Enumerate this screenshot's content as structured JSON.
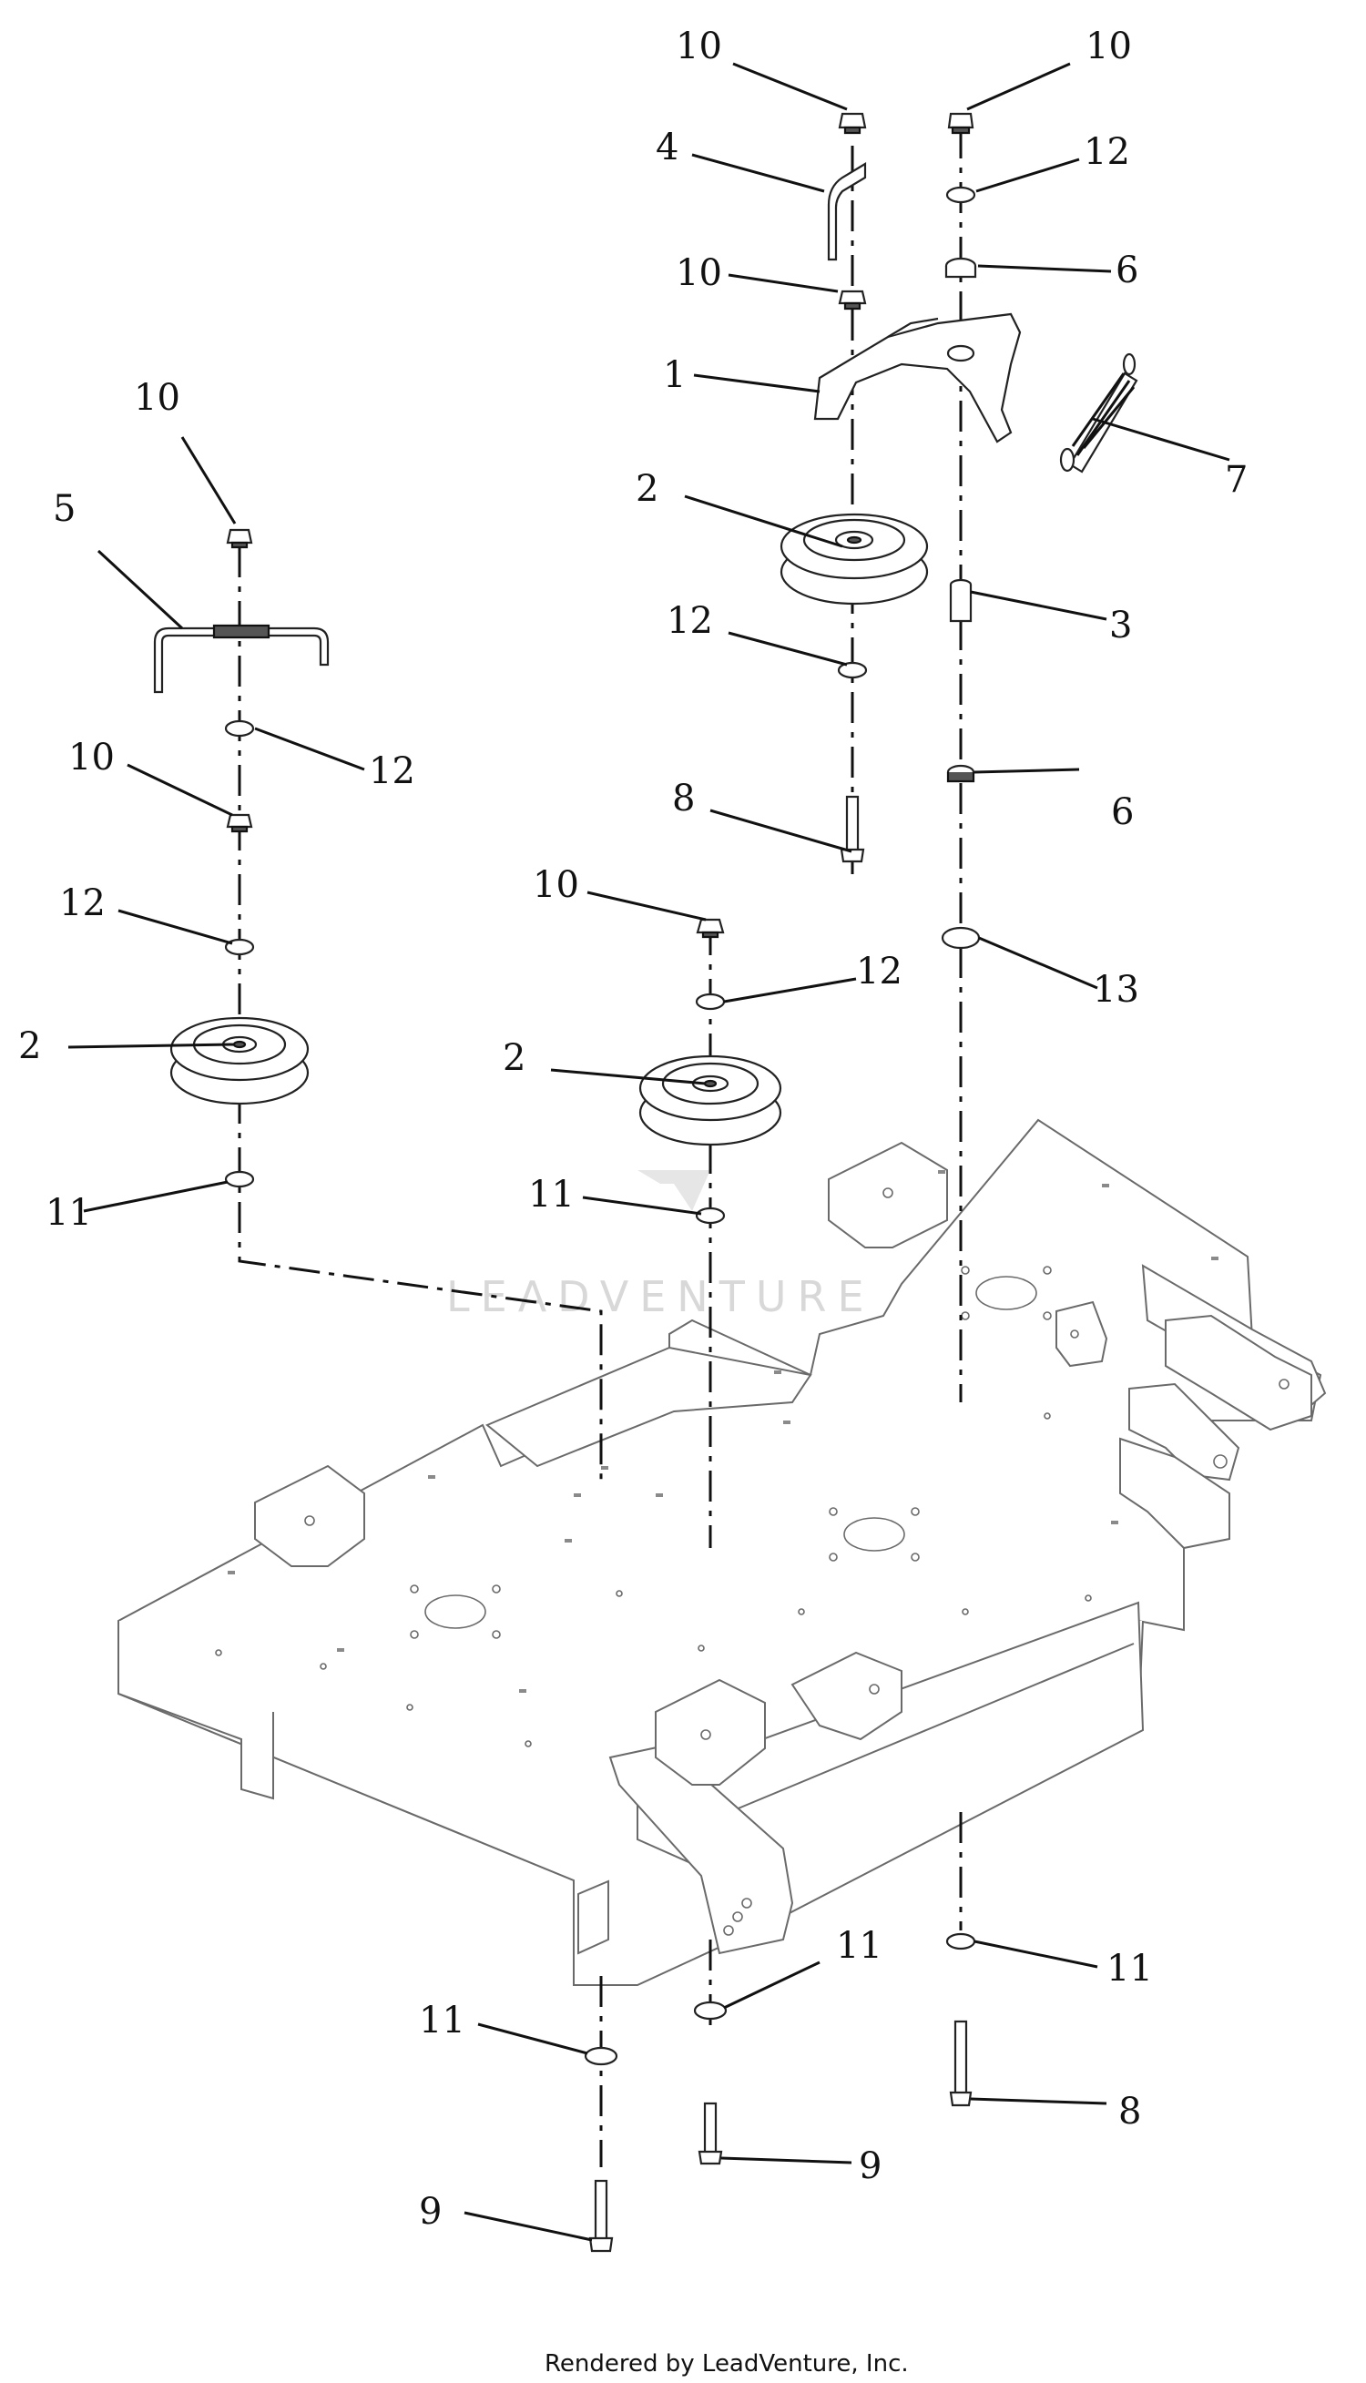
{
  "callouts": [
    {
      "id": "c1",
      "text": "10"
    },
    {
      "id": "c2",
      "text": "10"
    },
    {
      "id": "c3",
      "text": "4"
    },
    {
      "id": "c4",
      "text": "12"
    },
    {
      "id": "c5",
      "text": "10"
    },
    {
      "id": "c6",
      "text": "6"
    },
    {
      "id": "c7",
      "text": "1"
    },
    {
      "id": "c8",
      "text": "7"
    },
    {
      "id": "c9",
      "text": "10"
    },
    {
      "id": "c10",
      "text": "5"
    },
    {
      "id": "c11",
      "text": "2"
    },
    {
      "id": "c12",
      "text": "3"
    },
    {
      "id": "c13",
      "text": "12"
    },
    {
      "id": "c14",
      "text": "12"
    },
    {
      "id": "c15",
      "text": "10"
    },
    {
      "id": "c16",
      "text": "8"
    },
    {
      "id": "c17",
      "text": "6"
    },
    {
      "id": "c18",
      "text": "10"
    },
    {
      "id": "c19",
      "text": "12"
    },
    {
      "id": "c20",
      "text": "12"
    },
    {
      "id": "c21",
      "text": "13"
    },
    {
      "id": "c22",
      "text": "2"
    },
    {
      "id": "c23",
      "text": "2"
    },
    {
      "id": "c24",
      "text": "11"
    },
    {
      "id": "c25",
      "text": "11"
    },
    {
      "id": "c26",
      "text": "11"
    },
    {
      "id": "c27",
      "text": "11"
    },
    {
      "id": "c28",
      "text": "11"
    },
    {
      "id": "c29",
      "text": "9"
    },
    {
      "id": "c30",
      "text": "8"
    },
    {
      "id": "c31",
      "text": "9"
    }
  ],
  "watermark": "LEADVENTURE",
  "footer": "Rendered by LeadVenture, Inc."
}
